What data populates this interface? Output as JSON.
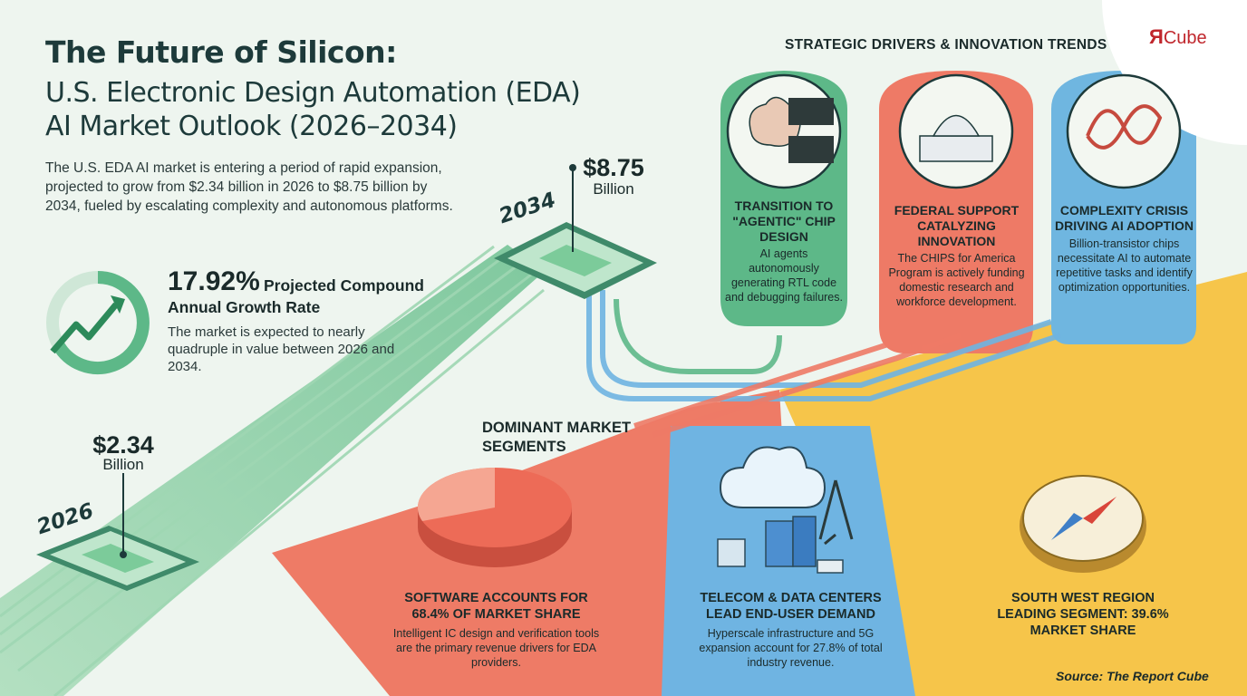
{
  "title": {
    "line1": "The Future of Silicon:",
    "line2": "U.S. Electronic Design Automation (EDA)",
    "line3": "AI Market Outlook (2026–2034)"
  },
  "intro": "The U.S. EDA AI market is entering a period of rapid expansion, projected to grow from $2.34 billion in 2026 to $8.75 billion by 2034, fueled by escalating complexity and autonomous platforms.",
  "cagr": {
    "value": "17.92%",
    "label_a": "Projected Compound",
    "label_b": "Annual Growth Rate",
    "description": "The market is expected to nearly quadruple in value between 2026 and 2034."
  },
  "growth": {
    "start": {
      "year": "2026",
      "value": "$2.34",
      "unit": "Billion"
    },
    "end": {
      "year": "2034",
      "value": "$8.75",
      "unit": "Billion"
    }
  },
  "drivers": {
    "header": "STRATEGIC DRIVERS & INNOVATION TRENDS",
    "items": [
      {
        "title": "TRANSITION TO \"AGENTIC\" CHIP DESIGN",
        "description": "AI agents autonomously generating RTL code and debugging failures.",
        "icon": "brain-code-icon",
        "color": "#5db888"
      },
      {
        "title": "FEDERAL SUPPORT CATALYZING INNOVATION",
        "description": "The CHIPS for America Program is actively funding domestic research and workforce development.",
        "icon": "capitol-building-icon",
        "color": "#ee7a66"
      },
      {
        "title": "COMPLEXITY CRISIS DRIVING AI ADOPTION",
        "description": "Billion-transistor chips necessitate AI to automate repetitive tasks and identify optimization opportunities.",
        "icon": "tangled-puzzle-icon",
        "color": "#6fb6e0"
      }
    ]
  },
  "segments": {
    "header": "DOMINANT MARKET SEGMENTS",
    "items": [
      {
        "title": "SOFTWARE ACCOUNTS FOR 68.4% OF MARKET SHARE",
        "description": "Intelligent IC design and verification tools are the primary revenue drivers for EDA providers.",
        "icon": "pie-chart-icon",
        "share": 68.4,
        "color": "#ef7b66"
      },
      {
        "title": "TELECOM & DATA CENTERS LEAD END-USER DEMAND",
        "description": "Hyperscale infrastructure and 5G expansion account for 27.8% of total industry revenue.",
        "icon": "cloud-server-tower-icon",
        "share": 27.8,
        "color": "#6fb3e1"
      },
      {
        "title": "SOUTH WEST REGION LEADING SEGMENT: 39.6% MARKET SHARE",
        "description": "",
        "icon": "compass-icon",
        "share": 39.6,
        "color": "#f6c750"
      }
    ]
  },
  "brand": {
    "mark": "Я",
    "name": "Cube",
    "accent": "#c0262c"
  },
  "source": "Source: The Report Cube"
}
